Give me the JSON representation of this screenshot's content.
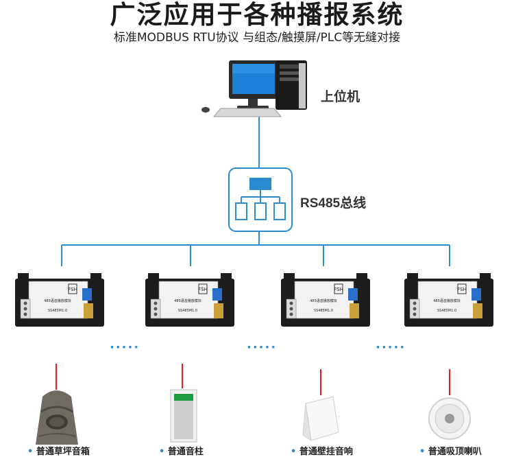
{
  "title": "广泛应用于各种播报系统",
  "subtitle": "标准MODBUS RTU协议 与组态/触摸屏/PLC等无缝对接",
  "host": {
    "label": "上位机",
    "icon": "desktop-computer-icon"
  },
  "bus": {
    "label": "RS485总线",
    "icon": "network-hub-icon"
  },
  "module": {
    "name": "485语音播放模块",
    "model": "SS485M1.0",
    "logo": "FSH"
  },
  "ellipsis": "·····",
  "devices": [
    {
      "label": "普通草坪音箱",
      "icon": "lawn-speaker-icon"
    },
    {
      "label": "普通音柱",
      "icon": "column-speaker-icon"
    },
    {
      "label": "普通壁挂音响",
      "icon": "wall-speaker-icon"
    },
    {
      "label": "普通吸顶喇叭",
      "icon": "ceiling-speaker-icon"
    }
  ],
  "colors": {
    "line": "#2b8bd0",
    "bus_box_border": "#2b8bd0",
    "wire": "#e02020"
  }
}
